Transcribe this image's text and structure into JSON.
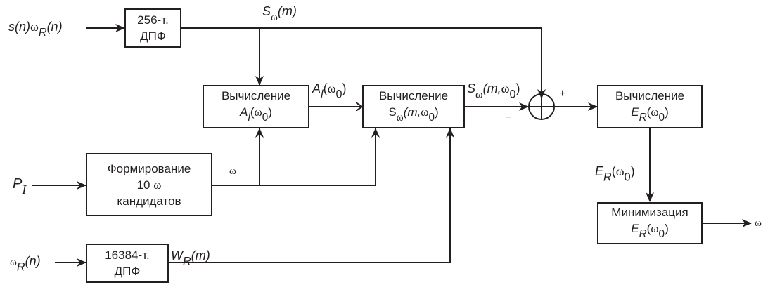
{
  "inputs": {
    "signal": {
      "base": "s(n)",
      "omega": "ω",
      "sub": "R",
      "arg": "(n)"
    },
    "pitch": {
      "base": "P",
      "sub": "I"
    },
    "window": {
      "omega": "ω",
      "sub": "R",
      "arg": "(n)"
    }
  },
  "blocks": {
    "dft256": {
      "line1": "256-т.",
      "line2": "ДПФ"
    },
    "dft16384": {
      "line1": "16384-т.",
      "line2": "ДПФ"
    },
    "candidates": {
      "line1": "Формирование",
      "line2_num": "10",
      "line2_sym": "ω",
      "line3": "кандидатов"
    },
    "calc_A": {
      "line1": "Вычисление",
      "sym": "A",
      "sub": "l",
      "arg_open": "(",
      "omega": "ω",
      "omega_sub": "0",
      "arg_close": ")"
    },
    "calc_S": {
      "line1": "Вычисление",
      "sym": "S",
      "sub": "ω",
      "arg": "(m,",
      "omega": "ω",
      "omega_sub": "0",
      "arg_close": ")"
    },
    "calc_E": {
      "line1": "Вычисление",
      "sym": "E",
      "sub": "R",
      "arg_open": "(",
      "omega": "ω",
      "omega_sub": "0",
      "arg_close": ")"
    },
    "minimize": {
      "line1": "Минимизация",
      "sym": "E",
      "sub": "R",
      "arg_open": "(",
      "omega": "ω",
      "omega_sub": "0",
      "arg_close": ")"
    }
  },
  "signals": {
    "S_omega_m": {
      "sym": "S",
      "sub": "ω",
      "arg": "(m)"
    },
    "A_l": {
      "sym": "A",
      "sub": "l",
      "arg_open": "(",
      "omega": "ω",
      "omega_sub": "0",
      "arg_close": ")"
    },
    "S_omega_m_omega0": {
      "sym": "S",
      "sub": "ω",
      "arg": "(m,",
      "omega": "ω",
      "omega_sub": "0",
      "arg_close": ")"
    },
    "omega": "ω",
    "W_R": {
      "sym": "W",
      "sub": "R",
      "arg": "(m)"
    },
    "E_R": {
      "sym": "E",
      "sub": "R",
      "arg_open": "(",
      "omega": "ω",
      "omega_sub": "0",
      "arg_close": ")"
    },
    "output": "ω"
  },
  "summer": {
    "plus": "+",
    "minus": "−"
  }
}
